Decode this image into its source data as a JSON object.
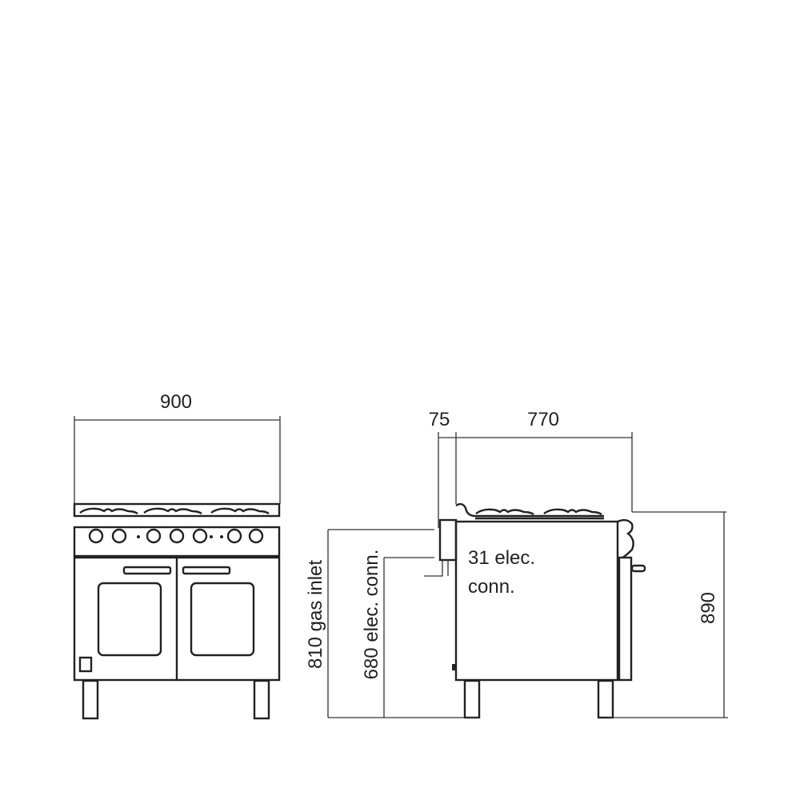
{
  "front_view": {
    "width_label": "900"
  },
  "side_view": {
    "offset_label": "75",
    "depth_label": "770",
    "height_label": "890",
    "gas_inlet_label": "810 gas inlet",
    "elec_height_label": "680 elec. conn.",
    "elec_note_line1": "31 elec.",
    "elec_note_line2": "conn."
  }
}
